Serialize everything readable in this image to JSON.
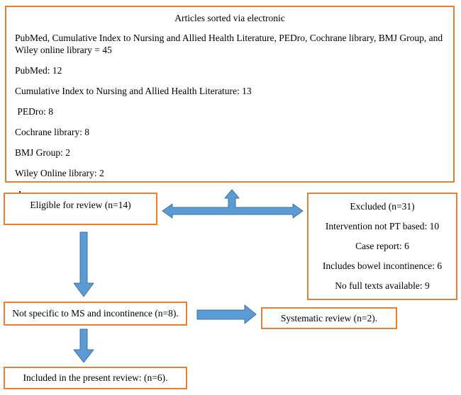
{
  "colors": {
    "box_border": "#ED7D31",
    "arrow_fill": "#5B9BD5",
    "arrow_stroke": "#41719C",
    "text": "#000000",
    "background": "#ffffff"
  },
  "top_box": {
    "title": "Articles sorted via electronic",
    "lines": [
      "PubMed, Cumulative Index to Nursing and Allied Health Literature, PEDro, Cochrane library, BMJ Group, and Wiley online library = 45",
      "PubMed: 12",
      "Cumulative Index to Nursing and Allied Health Literature: 13",
      " PEDro: 8",
      "Cochrane library: 8",
      "BMJ Group: 2",
      "Wiley Online library: 2"
    ]
  },
  "eligible_box": {
    "label": "Eligible for review (n=14)"
  },
  "excluded_box": {
    "title": "Excluded (n=31)",
    "lines": [
      "Intervention not PT based: 10",
      "Case report: 6",
      "Includes bowel incontinence: 6",
      "No full texts available: 9"
    ]
  },
  "not_specific_box": {
    "label": "Not specific to MS and incontinence (n=8)."
  },
  "systematic_box": {
    "label": "Systematic review (n=2)."
  },
  "included_box": {
    "label": "Included in the present review: (n=6)."
  },
  "arrows": {
    "eligible_excluded_connector": "double-horizontal-arrow-with-up-branch",
    "eligible_to_not_specific": "down-arrow",
    "not_specific_to_systematic": "right-arrow",
    "not_specific_to_included": "down-arrow"
  }
}
